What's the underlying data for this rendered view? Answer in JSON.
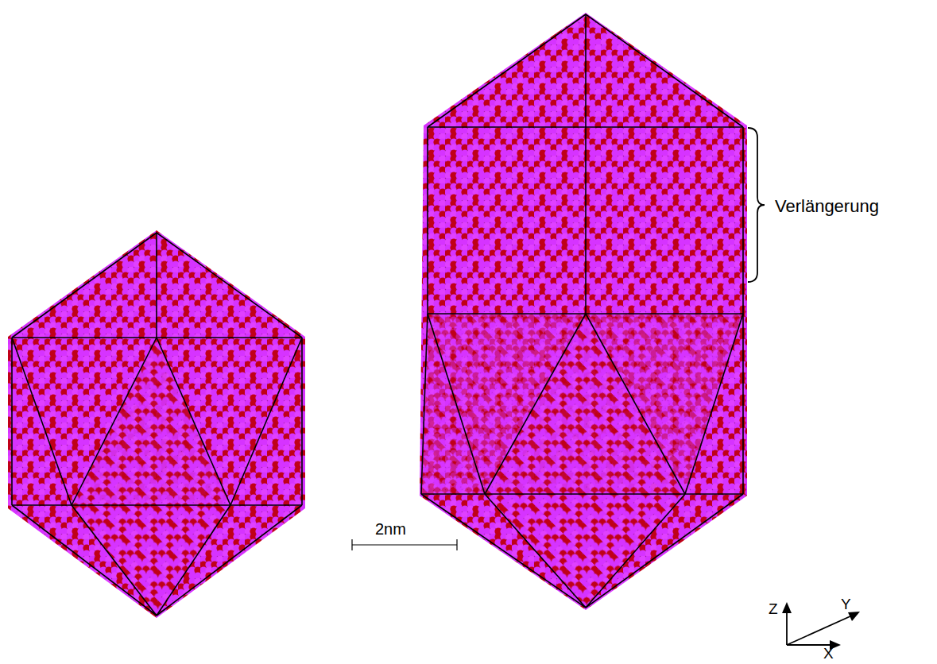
{
  "diagram": {
    "labels": [
      "Verlängerung",
      "2nm",
      "Z",
      "Y",
      "X"
    ]
  }
}
